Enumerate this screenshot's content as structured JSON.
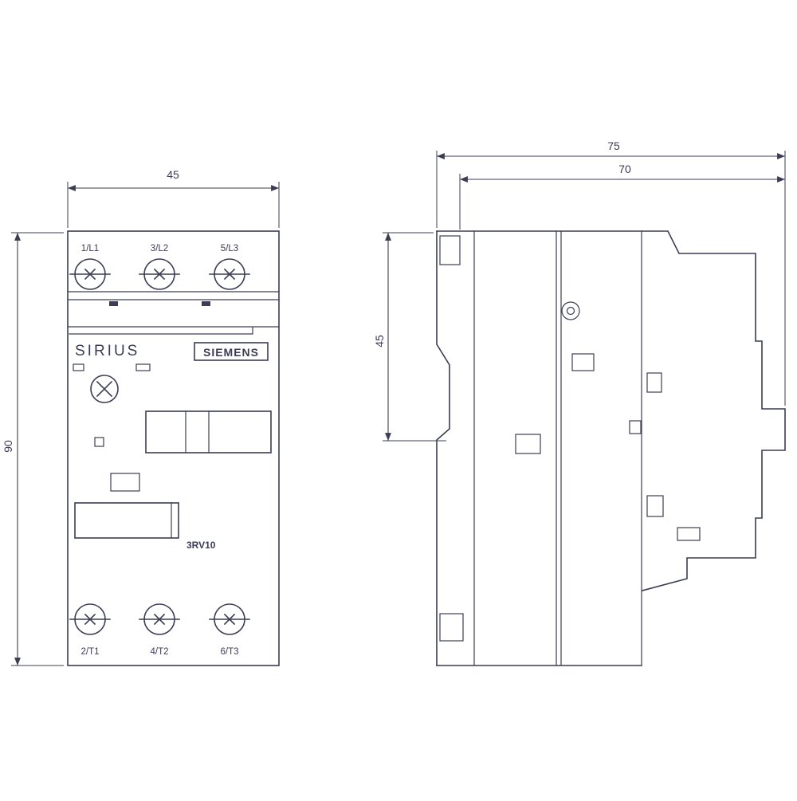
{
  "colors": {
    "line": "#3c3c55",
    "background": "#ffffff"
  },
  "front_view": {
    "dim_width": "45",
    "dim_height": "90",
    "top_terminals": [
      "1/L1",
      "3/L2",
      "5/L3"
    ],
    "bottom_terminals": [
      "2/T1",
      "4/T2",
      "6/T3"
    ],
    "brand": "SIRIUS",
    "logo": "SIEMENS",
    "model": "3RV10"
  },
  "side_view": {
    "dim_depth_overall": "75",
    "dim_depth_body": "70",
    "dim_height_upper": "45"
  }
}
